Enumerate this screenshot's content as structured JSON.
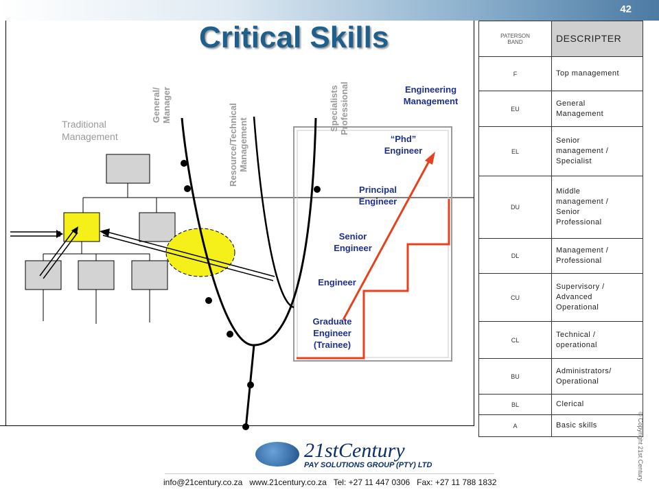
{
  "slide_number": "42",
  "title": "Critical Skills",
  "diagram": {
    "traditional_label": "Traditional\nManagement",
    "axis_labels": {
      "general": "General/\nManager",
      "resource": "Resource/Technical\nManagement",
      "specialists": "Specialists\nProfessional"
    },
    "career_steps": [
      "Engineering\nManagement",
      "“Phd”\nEngineer",
      "Principal\nEngineer",
      "Senior\nEngineer",
      "Engineer",
      "Graduate\nEngineer\n(Trainee)"
    ],
    "colors": {
      "accent": "#e8401c",
      "highlight": "#f5ef1a",
      "title": "#1f5f8b",
      "step_text": "#1f2f8f"
    }
  },
  "table": {
    "header_band": "PATERSON\nBAND",
    "header_desc": "DESCRIPTER",
    "rows": [
      {
        "band": "F",
        "desc": "Top management"
      },
      {
        "band": "EU",
        "desc": "General\nManagement"
      },
      {
        "band": "EL",
        "desc": "Senior\nmanagement /\nSpecialist"
      },
      {
        "band": "DU",
        "desc": "Middle\nmanagement /\nSenior\nProfessional"
      },
      {
        "band": "DL",
        "desc": "Management /\nProfessional"
      },
      {
        "band": "CU",
        "desc": "Supervisory /\nAdvanced\nOperational"
      },
      {
        "band": "CL",
        "desc": "Technical /\noperational"
      },
      {
        "band": "BU",
        "desc": "Administrators/\nOperational"
      },
      {
        "band": "BL",
        "desc": "Clerical"
      },
      {
        "band": "A",
        "desc": "Basic skills"
      }
    ]
  },
  "footer": {
    "logo_main": "21stCentury",
    "logo_sub": "PAY SOLUTIONS GROUP (PTY) LTD",
    "contact": "info@21century.co.za   www.21century.co.za   Tel: +27 11 447 0306   Fax: +27 11 788 1832",
    "copyright": "© Copyright 21st Century"
  }
}
